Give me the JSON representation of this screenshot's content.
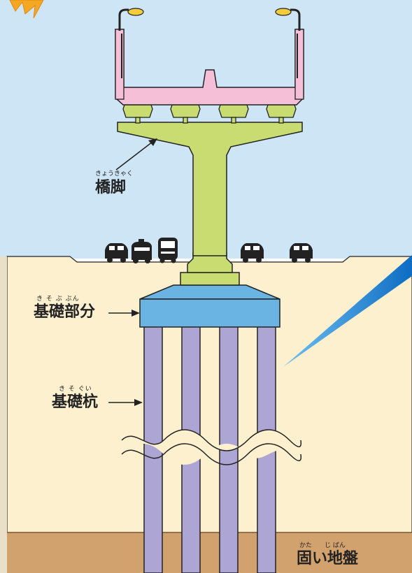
{
  "labels": {
    "pier": {
      "ruby": "きょうきゃく",
      "text": "橋脚"
    },
    "footing": {
      "ruby": "き そ ぶ ぶん",
      "text": "基礎部分"
    },
    "piles": {
      "ruby": "き そ ぐい",
      "text": "基礎杭"
    },
    "bedrock": {
      "ruby": "かた　　じ ばん",
      "text": "固い地盤"
    }
  },
  "colors": {
    "sky": "#cde5f5",
    "ground": "#fdf0cf",
    "bedrock": "#d2a26e",
    "pier": "#c8dc72",
    "deck": "#f6bfd8",
    "footing": "#6ab4e3",
    "piles": "#ada6d4",
    "lamp": "#f2cc3b",
    "beam": "#1a7fd0",
    "stroke": "#111111"
  }
}
